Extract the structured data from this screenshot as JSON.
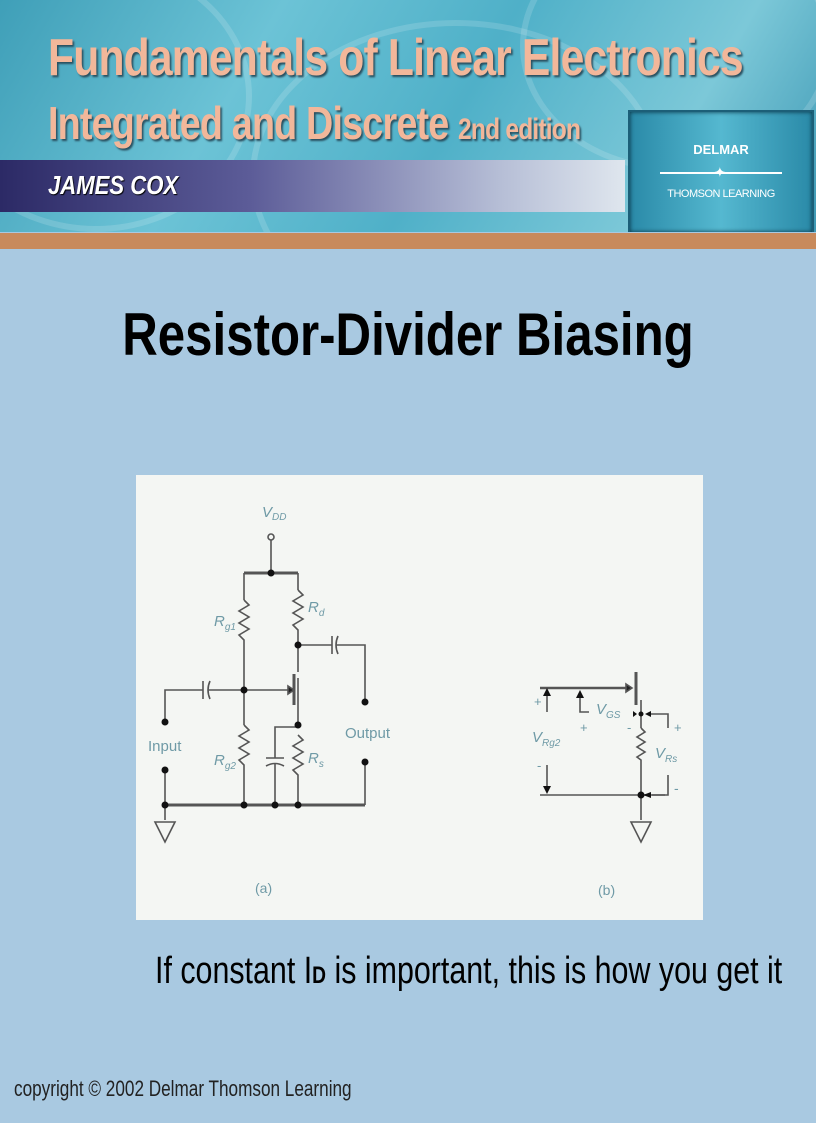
{
  "header": {
    "book_title": "Fundamentals of Linear Electronics",
    "subtitle": "Integrated and Discrete",
    "edition": "2nd edition",
    "author": "JAMES COX",
    "publisher_top": "DELMAR",
    "publisher_bottom": "THOMSON LEARNING"
  },
  "slide": {
    "title": "Resistor-Divider Biasing",
    "caption_before": "If constant I",
    "caption_sub": "D",
    "caption_after": " is important, this is how you get it"
  },
  "figure": {
    "a": {
      "vdd_label": "V",
      "vdd_sub": "DD",
      "rg1": "R",
      "rg1_sub": "g1",
      "rg2": "R",
      "rg2_sub": "g2",
      "rd": "R",
      "rd_sub": "d",
      "rs": "R",
      "rs_sub": "s",
      "input": "Input",
      "output": "Output",
      "caption": "(a)"
    },
    "b": {
      "vrg2": "V",
      "vrg2_sub": "Rg2",
      "vgs": "V",
      "vgs_sub": "GS",
      "vrs": "V",
      "vrs_sub": "Rs",
      "plus": "+",
      "minus": "-",
      "caption": "(b)"
    }
  },
  "footer": {
    "copyright": "copyright © 2002 Delmar Thomson Learning"
  },
  "colors": {
    "background": "#a9c9e1",
    "accent_stripe": "#c88a5c",
    "title_text": "#f2b79a",
    "diagram_label": "#6f9aa6"
  }
}
